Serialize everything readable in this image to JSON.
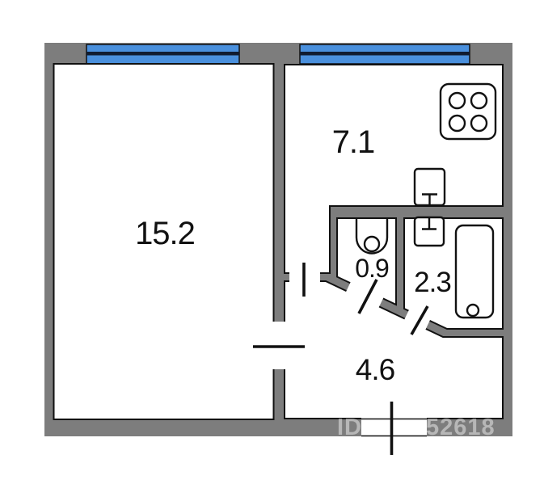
{
  "plan": {
    "rooms": [
      {
        "id": "living-room",
        "area_label": "15.2"
      },
      {
        "id": "kitchen",
        "area_label": "7.1"
      },
      {
        "id": "toilet",
        "area_label": "0.9"
      },
      {
        "id": "bathroom",
        "area_label": "2.3"
      },
      {
        "id": "hallway",
        "area_label": "4.6"
      }
    ],
    "fixtures": [
      "stove-icon",
      "kitchen-sink-icon",
      "bathroom-sink-icon",
      "bathtub-icon",
      "toilet-icon"
    ],
    "windows": [
      "living-room-window",
      "kitchen-window"
    ],
    "doors": [
      "living-room-door",
      "kitchen-door",
      "toilet-door",
      "bathroom-door",
      "entrance-door"
    ],
    "watermark": {
      "prefix": "ID",
      "suffix": "52618"
    },
    "colors": {
      "wall": "#7d7d7d",
      "window_blue": "#4a90dd",
      "window_frame_dark": "#111c30",
      "line_black": "#111111",
      "background": "#ffffff",
      "watermark": "rgba(255,255,255,0.45)"
    }
  }
}
